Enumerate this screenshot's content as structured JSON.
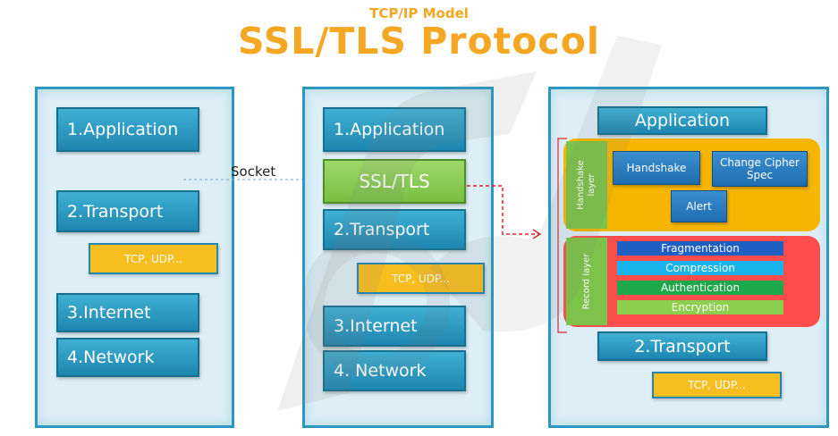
{
  "header": {
    "subtitle": "TCP/IP Model",
    "title": "SSL/TLS Protocol"
  },
  "left_stack": {
    "application": "1.Application",
    "transport": "2.Transport",
    "tcp": "TCP, UDP...",
    "internet": "3.Internet",
    "network": "4.Network"
  },
  "socket_label": "Socket",
  "middle_stack": {
    "application": "1.Application",
    "ssl": "SSL/TLS",
    "transport": "2.Transport",
    "tcp": "TCP, UDP...",
    "internet": "3.Internet",
    "network": "4. Network"
  },
  "right_stack": {
    "application": "Application",
    "handshake_layer_label": "Handshake layer",
    "handshake": "Handshake",
    "change_cipher_spec": "Change Cipher Spec",
    "alert": "Alert",
    "record_layer_label": "Record layer",
    "fragmentation": "Fragmentation",
    "compression": "Compression",
    "authentication": "Authentication",
    "encryption": "Encryption",
    "transport": "2.Transport",
    "tcp": "TCP, UDP..."
  },
  "colors": {
    "title": "#f5a623",
    "panel_border": "#2a98c0",
    "layer_blue": "#1e86b0",
    "ssl_green": "#77c043",
    "tcp_yellow": "#f7be1f",
    "handshake_band": "#f7b500",
    "record_band": "#ff4d4d",
    "fragmentation_bar": "#1f5fc4",
    "compression_bar": "#19b4ec",
    "authentication_bar": "#1ea84a",
    "encryption_bar": "#8ccf4d",
    "arrow_red": "#e0242a"
  }
}
